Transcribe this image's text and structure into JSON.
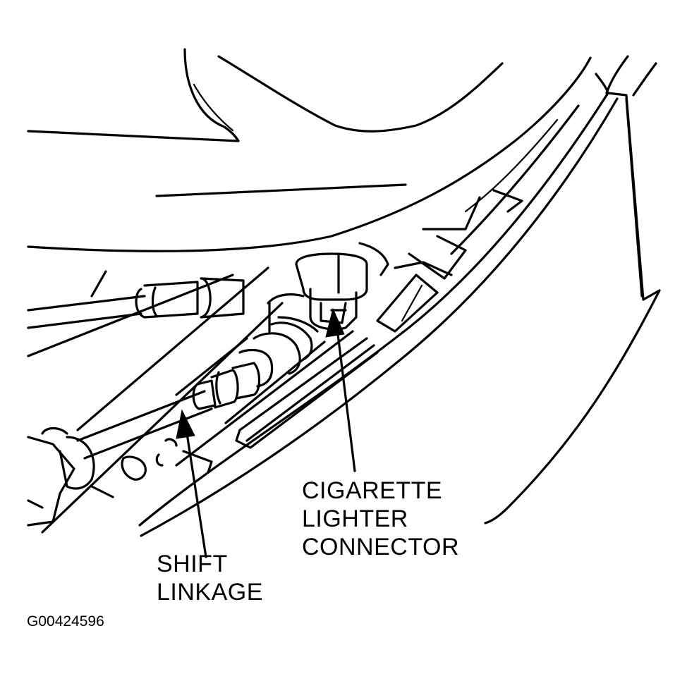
{
  "labels": {
    "cigarette_lighter_connector": [
      "CIGARETTE",
      "LIGHTER",
      "CONNECTOR"
    ],
    "shift_linkage": [
      "SHIFT",
      "LINKAGE"
    ]
  },
  "figure_id": "G00424596",
  "colors": {
    "ink": "#000000",
    "background": "#ffffff"
  }
}
